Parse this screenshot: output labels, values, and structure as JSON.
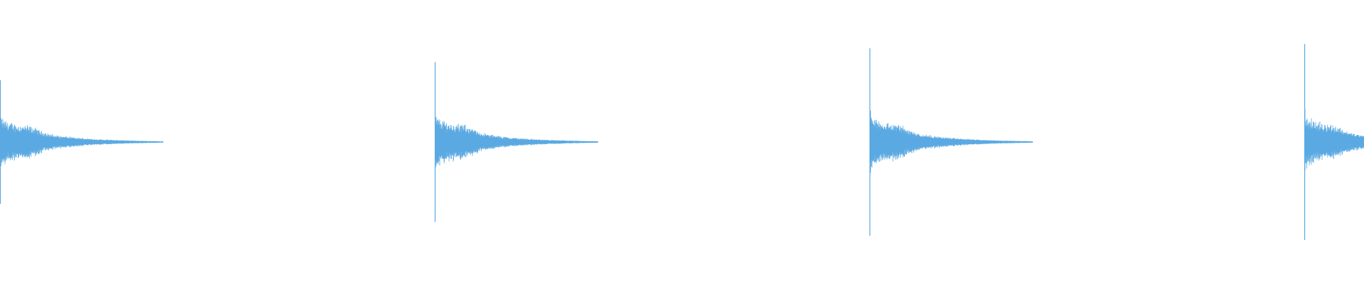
{
  "waveform": {
    "color": "#5aa9e2",
    "background": "#ffffff",
    "beats": [
      {
        "peak": 0.58,
        "body": 0.3,
        "tail": 0.04
      },
      {
        "peak": 0.75,
        "body": 0.32,
        "tail": 0.04
      },
      {
        "peak": 0.88,
        "body": 0.33,
        "tail": 0.04
      },
      {
        "peak": 0.92,
        "body": 0.32,
        "tail": 0.04
      }
    ]
  }
}
